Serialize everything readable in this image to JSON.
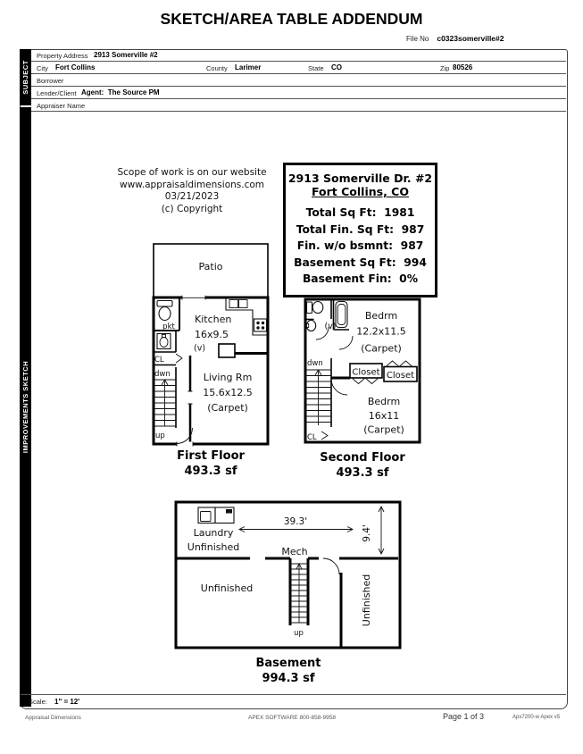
{
  "colors": {
    "paper": "#ffffff",
    "ink": "#000000",
    "tab_bar": "#000000"
  },
  "header": {
    "title": "SKETCH/AREA TABLE ADDENDUM",
    "file_no_label": "File No",
    "file_no_value": "c0323somerville#2"
  },
  "side_tabs": {
    "subject": "SUBJECT",
    "improvements": "IMPROVEMENTS SKETCH"
  },
  "form": {
    "property_address_label": "Property Address",
    "property_address": "2913 Somerville #2",
    "city_label": "City",
    "city": "Fort Collins",
    "county_label": "County",
    "county": "Larimer",
    "state_label": "State",
    "state": "CO",
    "zip_label": "Zip",
    "zip": "80526",
    "borrower_label": "Borrower",
    "lender_label": "Lender/Client",
    "lender": "Agent:  The Source PM",
    "appraiser_label": "Appraiser Name"
  },
  "scope_note": {
    "line1": "Scope of work is on our website",
    "line2": "www.appraisaldimensions.com",
    "line3": "03/21/2023",
    "line4": "(c) Copyright"
  },
  "summary_box": {
    "address": "2913 Somerville Dr. #2",
    "city_state": "Fort Collins, CO",
    "total_sqft": "Total Sq Ft:  1981",
    "total_fin": "Total Fin. Sq Ft:  987",
    "fin_wo_bsmt": "Fin. w/o bsmnt:  987",
    "bsmt_sqft": "Basement Sq Ft:  994",
    "bsmt_fin": "Basement Fin:  0%"
  },
  "first_floor": {
    "patio": "Patio",
    "pkt": "pkt",
    "cl": "CL",
    "dwn": "dwn",
    "up": "up",
    "kitchen": "Kitchen",
    "kitchen_dims": "16x9.5",
    "kitchen_note": "(v)",
    "living": "Living Rm",
    "living_dims": "15.6x12.5",
    "living_note": "(Carpet)",
    "caption": "First Floor",
    "area": "493.3 sf"
  },
  "second_floor": {
    "bath_note": "(v)",
    "dwn": "dwn",
    "cl": "CL",
    "bedroom1": "Bedrm",
    "bedroom1_dims": "12.2x11.5",
    "bedroom1_note": "(Carpet)",
    "closet_left": "Closet",
    "closet_right": "Closet",
    "bedroom2": "Bedrm",
    "bedroom2_dims": "16x11",
    "bedroom2_note": "(Carpet)",
    "caption": "Second Floor",
    "area": "493.3 sf"
  },
  "basement": {
    "laundry": "Laundry",
    "laundry_note": "Unfinished",
    "width": "39.3'",
    "depth": "9.4'",
    "mech": "Mech",
    "room_left": "Unfinished",
    "room_right": "Unfinished",
    "up": "up",
    "caption": "Basement",
    "area": "994.3 sf"
  },
  "scale": {
    "label": "Scale:",
    "value": "1\" = 12'"
  },
  "footer": {
    "company": "Appraisal Dimensions",
    "software": "APEX SOFTWARE 800-858-9958",
    "page": "Page 1 of 3",
    "version": "Apx7200-w Apex v5"
  }
}
